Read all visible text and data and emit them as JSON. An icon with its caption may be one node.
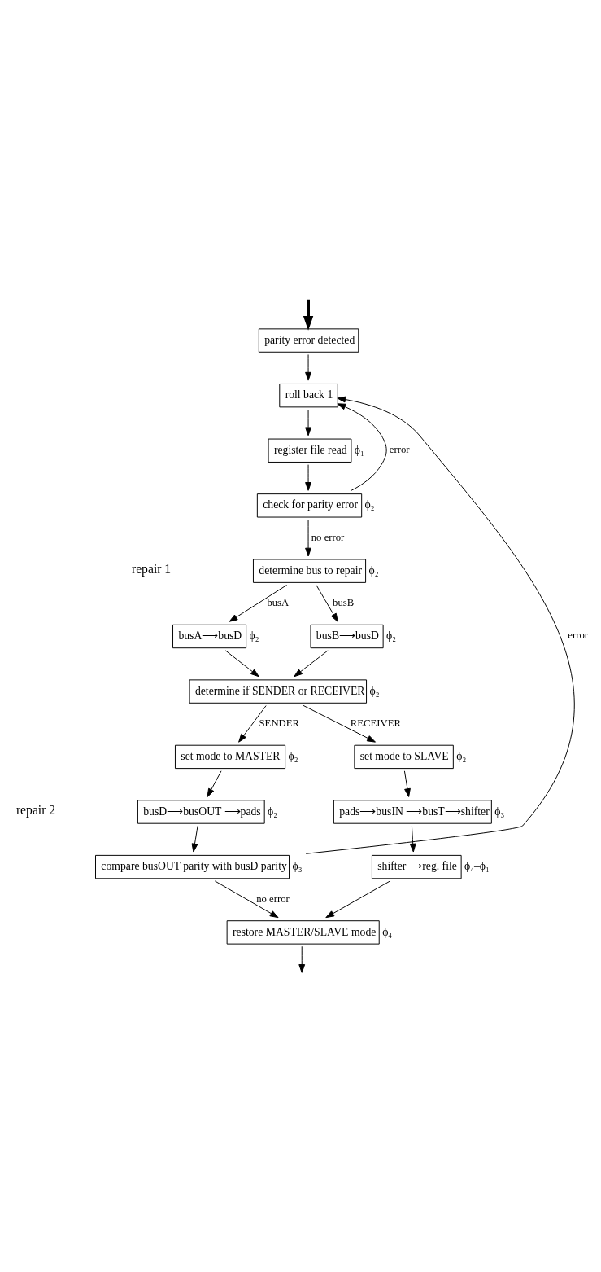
{
  "diagram": {
    "nodes": [
      {
        "text": [
          "parity error detected"
        ]
      },
      {
        "text": [
          "roll back 1"
        ]
      },
      {
        "text": [
          "register file read"
        ],
        "beside": [
          "ϕ₁"
        ]
      },
      {
        "text": [
          "check for parity error"
        ],
        "beside": [
          "ϕ₂"
        ]
      },
      {
        "text": [
          "determine bus to repair"
        ],
        "beside": [
          "ϕ₂"
        ]
      },
      {
        "text": [
          "busA⟶busD"
        ],
        "beside": [
          "ϕ₂"
        ]
      },
      {
        "text": [
          "busB⟶busD"
        ],
        "beside": [
          "ϕ₂"
        ]
      },
      {
        "text": [
          "determine if SENDER or RECEIVER"
        ],
        "beside": [
          "ϕ₂"
        ]
      },
      {
        "text": [
          "set mode to MASTER"
        ],
        "beside": [
          "ϕ₂"
        ]
      },
      {
        "text": [
          "set mode to SLAVE"
        ],
        "beside": [
          "ϕ₂"
        ]
      },
      {
        "text": [
          "busD⟶busOUT ⟶pads"
        ],
        "beside": [
          "ϕ₂"
        ]
      },
      {
        "text": [
          "compare busOUT parity with busD parity"
        ],
        "beside": [
          "ϕ₃"
        ]
      },
      {
        "text": [
          "pads⟶busIN ⟶busT⟶shifter"
        ],
        "beside": [
          "ϕ₃"
        ]
      },
      {
        "text": [
          "shifter⟶reg. file"
        ],
        "beside": [
          "ϕ₄–ϕ₁"
        ]
      },
      {
        "text": [
          "restore MASTER/SLAVE mode"
        ],
        "beside": [
          "ϕ₄"
        ]
      }
    ],
    "edges": [
      {
        "from": null,
        "to": 0,
        "arrow": "to",
        "style": "thick"
      },
      {
        "from": 0,
        "to": 1,
        "arrow": "to"
      },
      {
        "from": 1,
        "to": 2,
        "arrow": "to"
      },
      {
        "from": 2,
        "to": 3,
        "arrow": "to"
      },
      {
        "from": 3,
        "to": 1,
        "arrow": "to",
        "label": "error"
      },
      {
        "from": 3,
        "to": 4,
        "arrow": "to",
        "label": "no error"
      },
      {
        "from": 4,
        "to": 5,
        "arrow": "to",
        "label": "busA"
      },
      {
        "from": 4,
        "to": 6,
        "arrow": "to",
        "label": "busB"
      },
      {
        "from": 5,
        "to": 7,
        "arrow": "to"
      },
      {
        "from": 6,
        "to": 7,
        "arrow": "to"
      },
      {
        "from": 7,
        "to": 8,
        "arrow": "to",
        "label": "SENDER"
      },
      {
        "from": 7,
        "to": 9,
        "arrow": "to",
        "label": "RECEIVER"
      },
      {
        "from": 8,
        "to": 10,
        "arrow": "to"
      },
      {
        "from": 10,
        "to": 11,
        "arrow": "to"
      },
      {
        "from": 11,
        "to": 1,
        "arrow": "to",
        "label": "error"
      },
      {
        "from": 9,
        "to": 12,
        "arrow": "to"
      },
      {
        "from": 12,
        "to": 13,
        "arrow": "to"
      },
      {
        "from": 11,
        "to": 14,
        "arrow": "to",
        "label": "no error"
      },
      {
        "from": 13,
        "to": 14,
        "arrow": "to"
      },
      {
        "from": 14,
        "to": null,
        "arrow": "to"
      }
    ],
    "labels": [
      "repair 1",
      "repair 2"
    ]
  }
}
